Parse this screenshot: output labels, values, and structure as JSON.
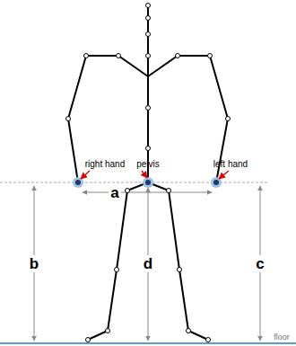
{
  "diagram": {
    "labels": [
      "right hand",
      "pelvis",
      "left hand",
      "a",
      "b",
      "d",
      "c",
      "floor"
    ]
  }
}
